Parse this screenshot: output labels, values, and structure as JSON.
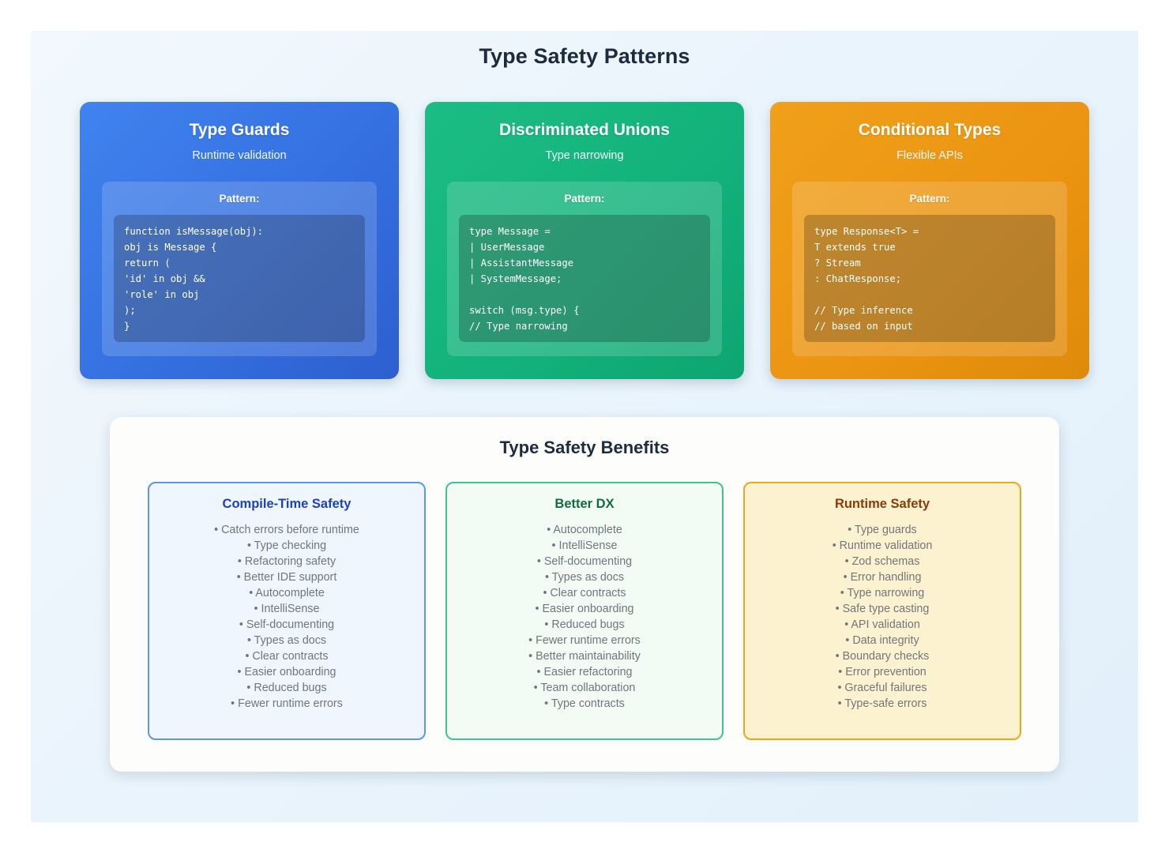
{
  "page": {
    "title": "Type Safety Patterns",
    "background_color": "#eaf4fc"
  },
  "pattern_cards": [
    {
      "title": "Type Guards",
      "subtitle": "Runtime validation",
      "pattern_label": "Pattern:",
      "accent_color": "#3570e0",
      "code": "function isMessage(obj):\nobj is Message {\nreturn (\n'id' in obj &&\n'role' in obj\n);\n}"
    },
    {
      "title": "Discriminated Unions",
      "subtitle": "Type narrowing",
      "pattern_label": "Pattern:",
      "accent_color": "#13b27c",
      "code": "type Message =\n| UserMessage\n| AssistantMessage\n| SystemMessage;\n\nswitch (msg.type) {\n// Type narrowing"
    },
    {
      "title": "Conditional Types",
      "subtitle": "Flexible APIs",
      "pattern_label": "Pattern:",
      "accent_color": "#eb9512",
      "code": "type Response<T> =\nT extends true\n? Stream\n: ChatResponse;\n\n// Type inference\n// based on input"
    }
  ],
  "benefits": {
    "title": "Type Safety Benefits",
    "cards": [
      {
        "title": "Compile-Time Safety",
        "accent_color": "#1d3fc4",
        "border_color": "#5b97e8",
        "background_color": "#eff6fe",
        "items": [
          "• Catch errors before runtime",
          "• Type checking",
          "• Refactoring safety",
          "• Better IDE support",
          "• Autocomplete",
          "• IntelliSense",
          "• Self-documenting",
          "• Types as docs",
          "• Clear contracts",
          "• Easier onboarding",
          "• Reduced bugs",
          "• Fewer runtime errors"
        ]
      },
      {
        "title": "Better DX",
        "accent_color": "#126b3c",
        "border_color": "#3ec493",
        "background_color": "#f3fbf5",
        "items": [
          "• Autocomplete",
          "• IntelliSense",
          "• Self-documenting",
          "• Types as docs",
          "• Clear contracts",
          "• Easier onboarding",
          "• Reduced bugs",
          "• Fewer runtime errors",
          "• Better maintainability",
          "• Easier refactoring",
          "• Team collaboration",
          "• Type contracts"
        ]
      },
      {
        "title": "Runtime Safety",
        "accent_color": "#8b3a08",
        "border_color": "#e9a71b",
        "background_color": "#fdf2cf",
        "items": [
          "• Type guards",
          "• Runtime validation",
          "• Zod schemas",
          "• Error handling",
          "• Type narrowing",
          "• Safe type casting",
          "• API validation",
          "• Data integrity",
          "• Boundary checks",
          "• Error prevention",
          "• Graceful failures",
          "• Type-safe errors"
        ]
      }
    ]
  }
}
